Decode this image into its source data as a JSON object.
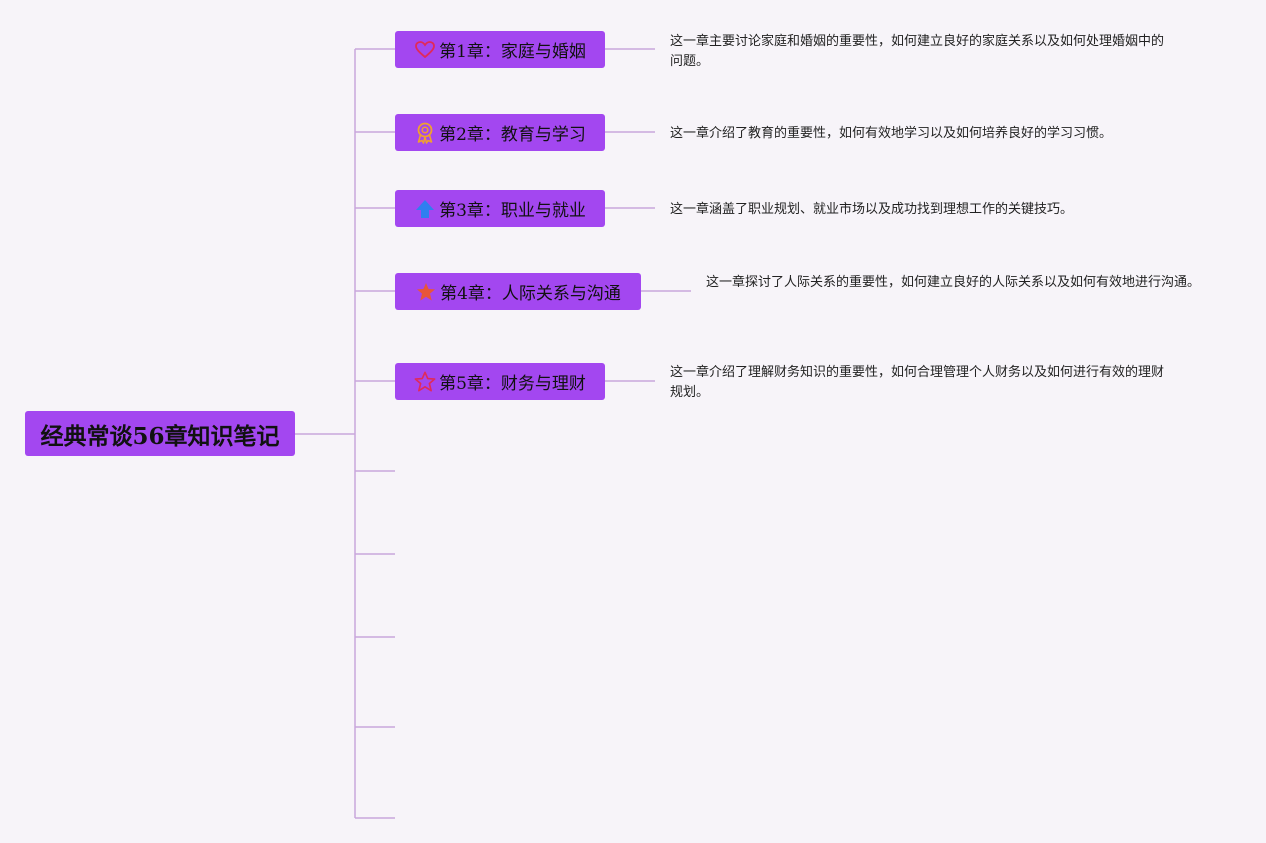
{
  "root": {
    "title": "经典常谈56章知识笔记"
  },
  "chapters": [
    {
      "icon": "heart-icon",
      "label": "第1章：家庭与婚姻",
      "description": "这一章主要讨论家庭和婚姻的重要性，如何建立良好的家庭关系以及如何处理婚姻中的问题。"
    },
    {
      "icon": "award-medal-icon",
      "label": "第2章：教育与学习",
      "description": "这一章介绍了教育的重要性，如何有效地学习以及如何培养良好的学习习惯。"
    },
    {
      "icon": "arrow-up-icon",
      "label": "第3章：职业与就业",
      "description": "这一章涵盖了职业规划、就业市场以及成功找到理想工作的关键技巧。"
    },
    {
      "icon": "star-filled-icon",
      "label": "第4章：人际关系与沟通",
      "description": "这一章探讨了人际关系的重要性，如何建立良好的人际关系以及如何有效地进行沟通。"
    },
    {
      "icon": "star-outline-icon",
      "label": "第5章：财务与理财",
      "description": "这一章介绍了理解财务知识的重要性，如何合理管理个人财务以及如何进行有效的理财规划。"
    }
  ],
  "colors": {
    "background": "#f7f4f9",
    "node_fill": "#a347f0",
    "connector": "#c9a6dc",
    "heart": "#e02a5a",
    "award": "#f0a030",
    "arrow": "#2f7ff0",
    "star_filled": "#e8553a",
    "star_outline": "#e02a5a"
  }
}
